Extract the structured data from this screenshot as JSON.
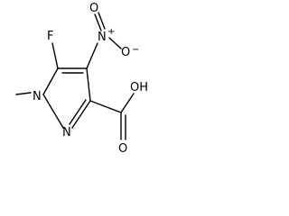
{
  "molecule": {
    "atoms": {
      "fluorine": "F",
      "ring_nitrogen_1": "N",
      "ring_nitrogen_2": "N",
      "nitro_nitrogen": "N",
      "nitro_charge_plus": "+",
      "nitro_oxygen_top": "O",
      "nitro_oxygen_side": "O",
      "nitro_charge_minus": "−",
      "carboxyl_oxygen": "O",
      "carboxyl_hydroxyl": "OH"
    }
  }
}
